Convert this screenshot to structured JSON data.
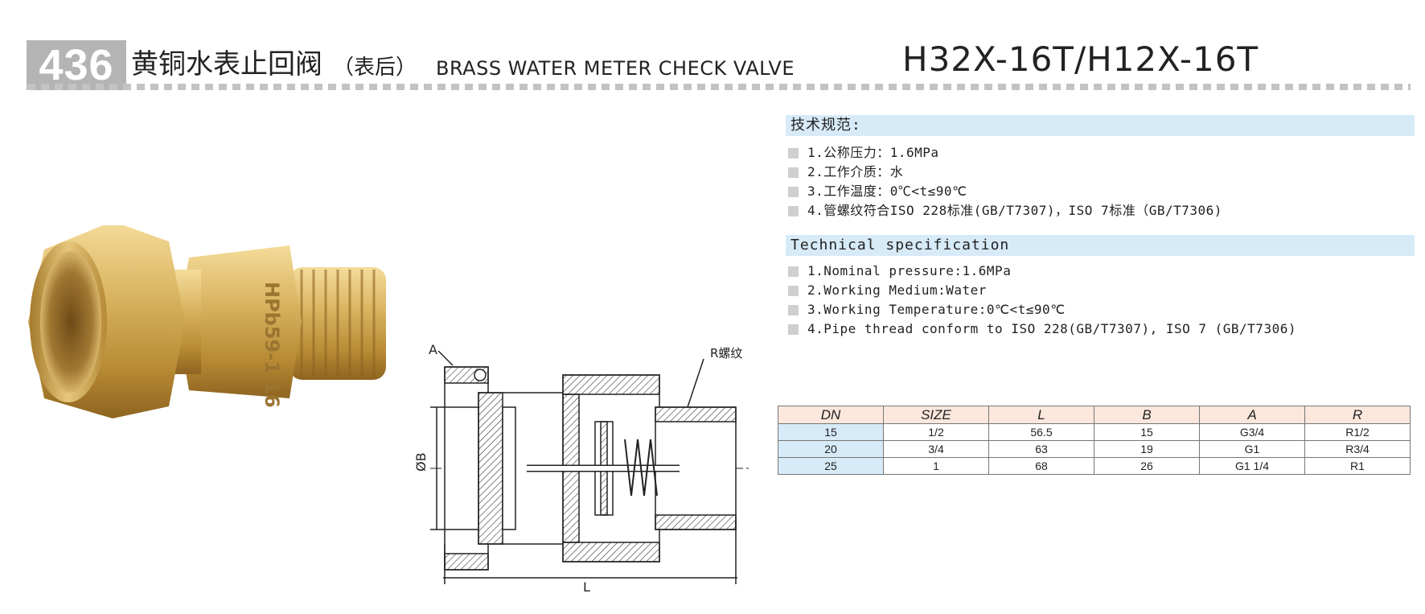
{
  "header": {
    "number": "436",
    "title_cn": "黄铜水表止回阀",
    "title_cn_sub": "（表后）",
    "title_en": "BRASS WATER METER CHECK VALVE",
    "model": "H32X-16T/H12X-16T"
  },
  "spec_cn": {
    "heading": "技术规范:",
    "items": [
      "1.公称压力：1.6MPa",
      "2.工作介质：水",
      "3.工作温度：0℃<t≤90℃",
      "4.管螺纹符合ISO 228标准(GB/T7307)，ISO 7标准（GB/T7306)"
    ]
  },
  "spec_en": {
    "heading": "Technical specification",
    "items": [
      "1.Nominal pressure:1.6MPa",
      "2.Working Medium:Water",
      "3.Working Temperature:0℃<t≤90℃",
      "4.Pipe thread conform to ISO 228(GB/T7307), ISO 7 (GB/T7306)"
    ]
  },
  "drawing": {
    "label_a": "A",
    "label_r": "R螺纹",
    "label_b": "ØB",
    "label_l": "L"
  },
  "product": {
    "marking": "HPb59-1 16"
  },
  "table": {
    "headers": [
      "DN",
      "SIZE",
      "L",
      "B",
      "A",
      "R"
    ],
    "rows": [
      [
        "15",
        "1/2",
        "56.5",
        "15",
        "G3/4",
        "R1/2"
      ],
      [
        "20",
        "3/4",
        "63",
        "19",
        "G1",
        "R3/4"
      ],
      [
        "25",
        "1",
        "68",
        "26",
        "G1 1/4",
        "R1"
      ]
    ]
  },
  "colors": {
    "badge": "#b4b4b4",
    "section_band": "#d7eaf7",
    "table_header": "#fbe7dc",
    "brass": "#c9a24a"
  }
}
